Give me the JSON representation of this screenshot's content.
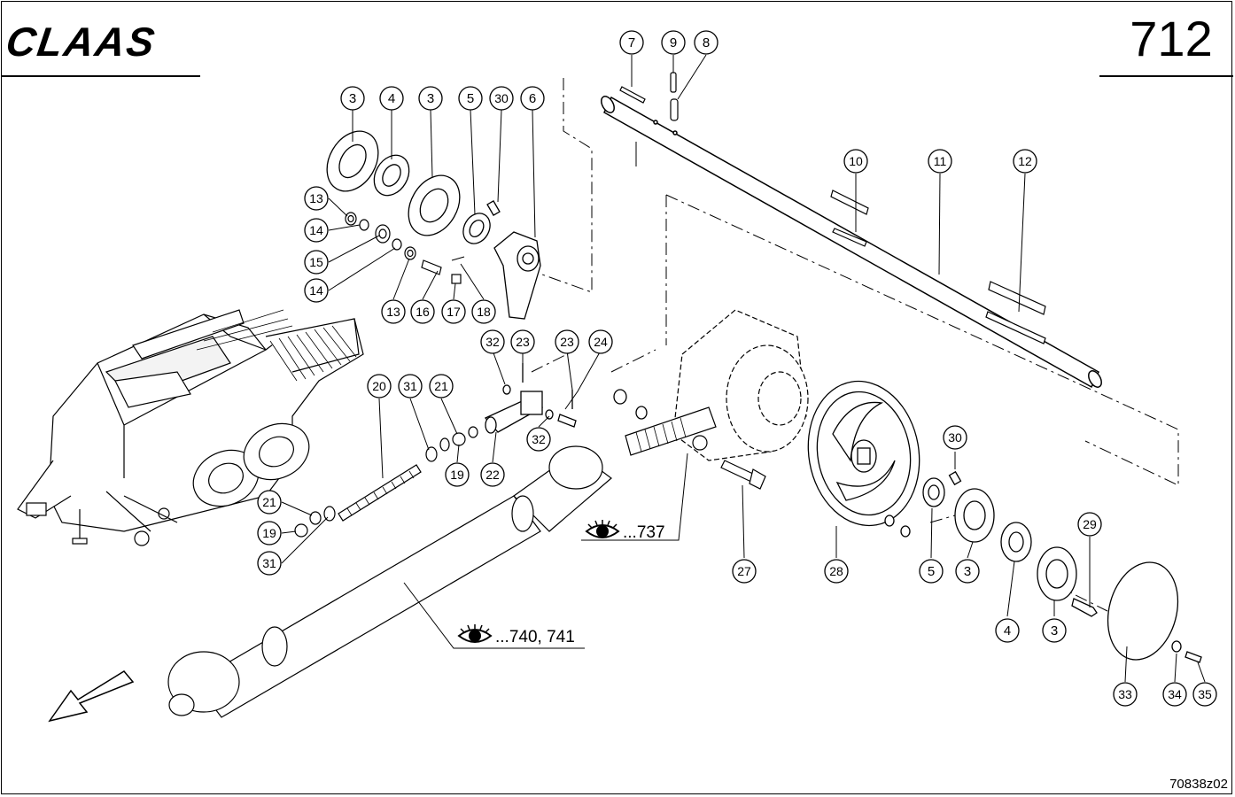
{
  "brand": "CLAAS",
  "page_number": "712",
  "drawing_id": "70838z02",
  "callouts": [
    {
      "id": "c3a",
      "label": "3"
    },
    {
      "id": "c4a",
      "label": "4"
    },
    {
      "id": "c3b",
      "label": "3"
    },
    {
      "id": "c5a",
      "label": "5"
    },
    {
      "id": "c30a",
      "label": "30"
    },
    {
      "id": "c6",
      "label": "6"
    },
    {
      "id": "c7",
      "label": "7"
    },
    {
      "id": "c9",
      "label": "9"
    },
    {
      "id": "c8",
      "label": "8"
    },
    {
      "id": "c10",
      "label": "10"
    },
    {
      "id": "c11",
      "label": "11"
    },
    {
      "id": "c12",
      "label": "12"
    },
    {
      "id": "c13a",
      "label": "13"
    },
    {
      "id": "c14a",
      "label": "14"
    },
    {
      "id": "c15",
      "label": "15"
    },
    {
      "id": "c14b",
      "label": "14"
    },
    {
      "id": "c13b",
      "label": "13"
    },
    {
      "id": "c16",
      "label": "16"
    },
    {
      "id": "c17",
      "label": "17"
    },
    {
      "id": "c18",
      "label": "18"
    },
    {
      "id": "c32a",
      "label": "32"
    },
    {
      "id": "c23a",
      "label": "23"
    },
    {
      "id": "c23b",
      "label": "23"
    },
    {
      "id": "c24",
      "label": "24"
    },
    {
      "id": "c20",
      "label": "20"
    },
    {
      "id": "c31a",
      "label": "31"
    },
    {
      "id": "c21a",
      "label": "21"
    },
    {
      "id": "c19a",
      "label": "19"
    },
    {
      "id": "c22",
      "label": "22"
    },
    {
      "id": "c32b",
      "label": "32"
    },
    {
      "id": "c21b",
      "label": "21"
    },
    {
      "id": "c19b",
      "label": "19"
    },
    {
      "id": "c31b",
      "label": "31"
    },
    {
      "id": "c30b",
      "label": "30"
    },
    {
      "id": "c27",
      "label": "27"
    },
    {
      "id": "c28",
      "label": "28"
    },
    {
      "id": "c5b",
      "label": "5"
    },
    {
      "id": "c3c",
      "label": "3"
    },
    {
      "id": "c29",
      "label": "29"
    },
    {
      "id": "c4b",
      "label": "4"
    },
    {
      "id": "c3d",
      "label": "3"
    },
    {
      "id": "c33",
      "label": "33"
    },
    {
      "id": "c34",
      "label": "34"
    },
    {
      "id": "c35",
      "label": "35"
    }
  ],
  "references": [
    {
      "id": "ref737",
      "text": "...737"
    },
    {
      "id": "ref740",
      "text": "...740, 741"
    }
  ]
}
